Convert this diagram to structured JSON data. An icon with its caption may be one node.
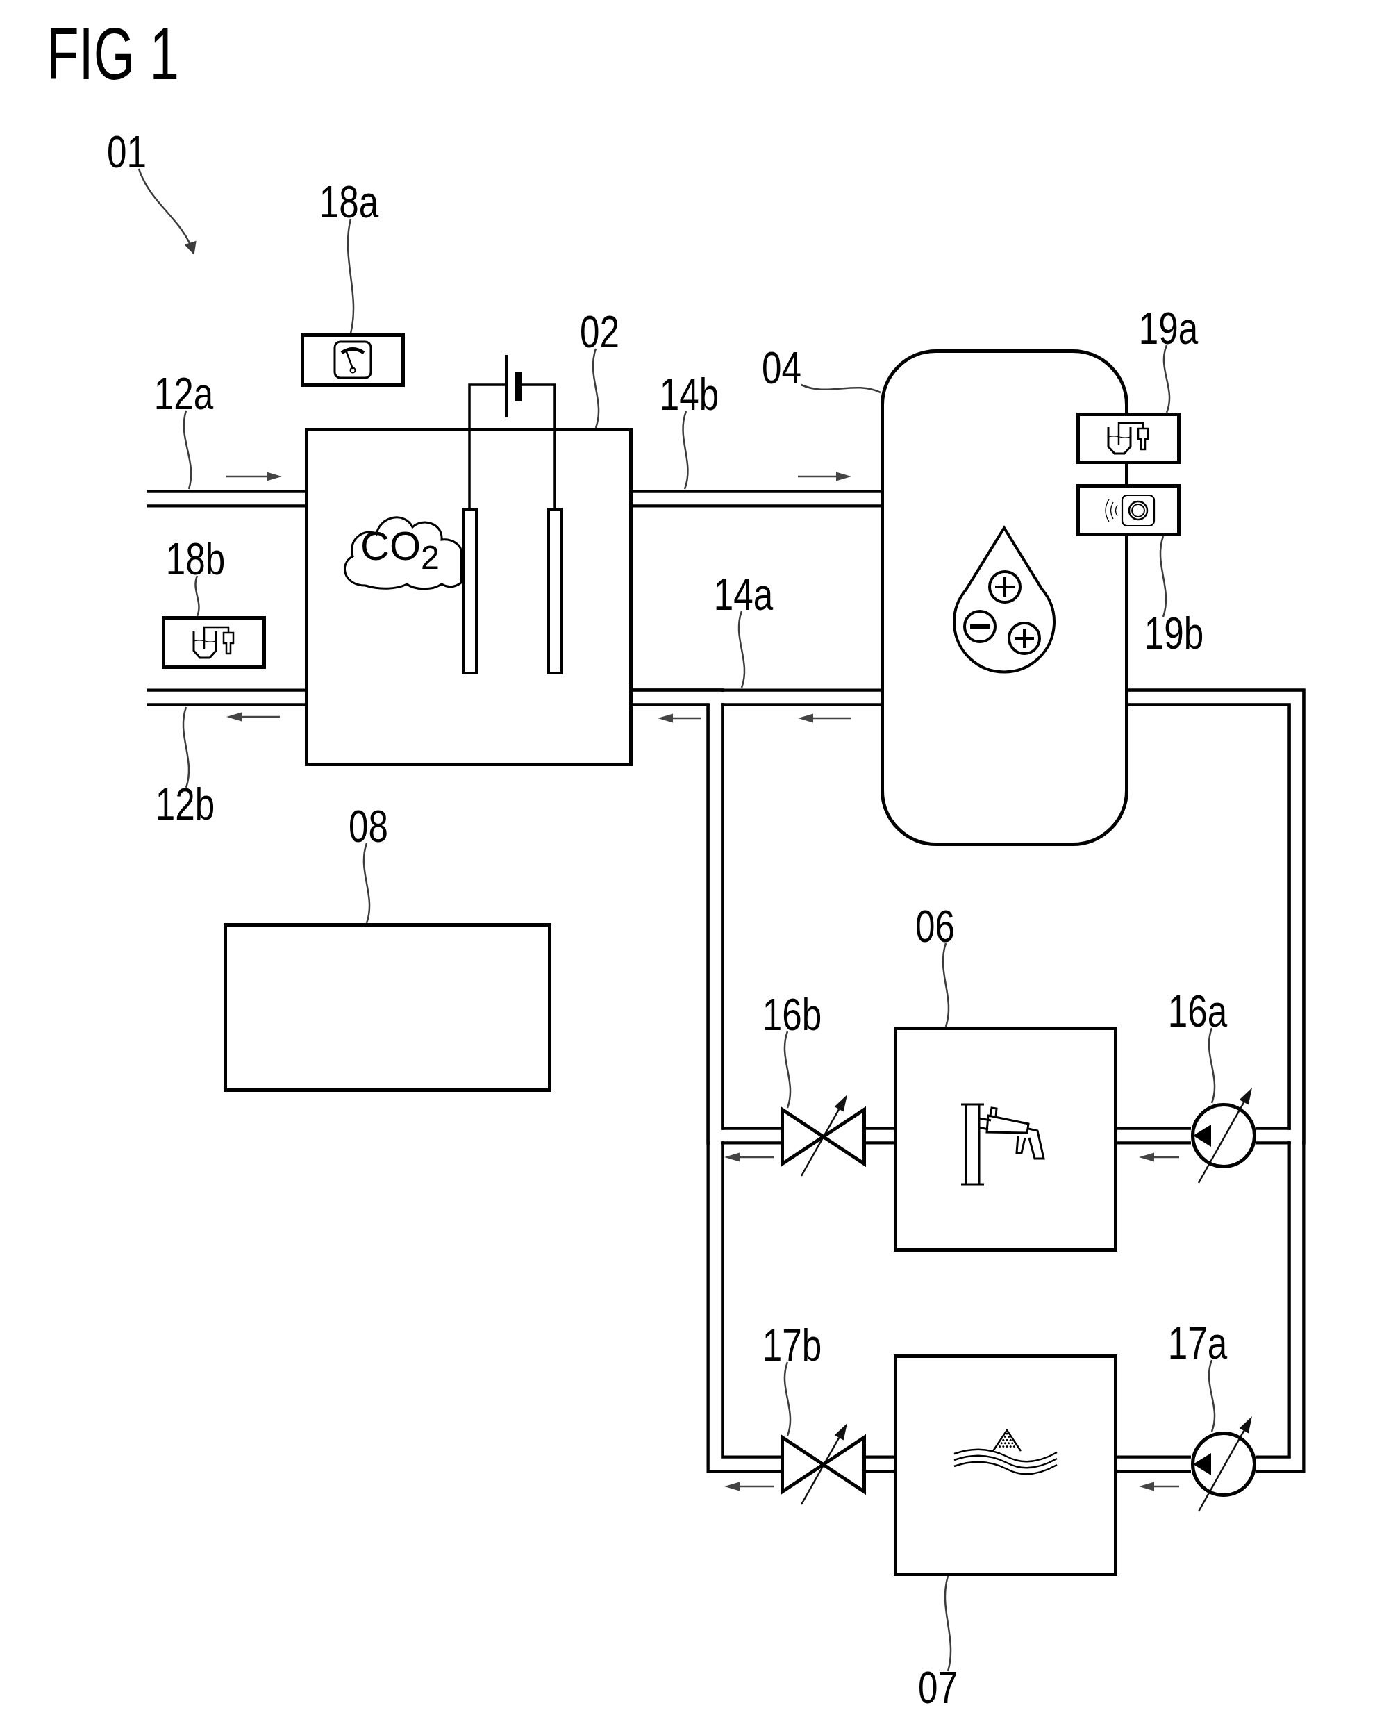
{
  "diagram": {
    "title": "FIG 1",
    "nodes": [
      {
        "text": [
          "01"
        ]
      },
      {
        "text": [
          "18a"
        ]
      },
      {
        "text": [],
        "shape": "box"
      },
      {
        "text": [
          "02"
        ]
      },
      {
        "text": [
          "19a"
        ]
      },
      {
        "text": [
          "12a"
        ]
      },
      {
        "text": [
          "04"
        ]
      },
      {
        "text": [
          "14b"
        ]
      },
      {
        "text": [],
        "shape": "box"
      },
      {
        "text": [
          "CO$_{2}$"
        ],
        "in": 8
      },
      {
        "text": [],
        "shape": "box"
      },
      {
        "text": [],
        "shape": "box"
      },
      {
        "text": [],
        "shape": "box"
      },
      {
        "text": [
          "18b"
        ]
      },
      {
        "text": [],
        "shape": "box"
      },
      {
        "text": [
          "14a"
        ]
      },
      {
        "text": [
          "19b"
        ]
      },
      {
        "text": [
          "12b"
        ]
      },
      {
        "text": [
          "08"
        ]
      },
      {
        "text": [],
        "shape": "box"
      },
      {
        "text": [
          "06"
        ]
      },
      {
        "text": [
          "16b"
        ]
      },
      {
        "text": [
          "16a"
        ]
      },
      {
        "text": [],
        "shape": "valve"
      },
      {
        "text": [],
        "shape": "box"
      },
      {
        "text": [],
        "shape": "pump"
      },
      {
        "text": [
          "17b"
        ]
      },
      {
        "text": [
          "17a"
        ]
      },
      {
        "text": [],
        "shape": "valve"
      },
      {
        "text": [],
        "shape": "box"
      },
      {
        "text": [],
        "shape": "pump"
      },
      {
        "text": [
          "07"
        ]
      }
    ],
    "edges": [
      {
        "from": 0,
        "to": null,
        "arrow": "to"
      },
      {
        "from": 1,
        "to": 2,
        "arrow": "none"
      },
      {
        "from": 3,
        "to": 8,
        "arrow": "none"
      },
      {
        "from": 4,
        "to": 11,
        "arrow": "none"
      },
      {
        "from": 5,
        "to": null,
        "arrow": "none"
      },
      {
        "from": 6,
        "to": 10,
        "arrow": "none"
      },
      {
        "from": 7,
        "to": null,
        "arrow": "none"
      },
      {
        "from": 13,
        "to": 14,
        "arrow": "none"
      },
      {
        "from": 15,
        "to": null,
        "arrow": "none"
      },
      {
        "from": 16,
        "to": 12,
        "arrow": "none"
      },
      {
        "from": 17,
        "to": null,
        "arrow": "none"
      },
      {
        "from": 18,
        "to": 19,
        "arrow": "none"
      },
      {
        "from": 20,
        "to": 24,
        "arrow": "none"
      },
      {
        "from": 21,
        "to": 23,
        "arrow": "none"
      },
      {
        "from": 22,
        "to": 25,
        "arrow": "none"
      },
      {
        "from": 26,
        "to": 28,
        "arrow": "none"
      },
      {
        "from": 27,
        "to": 30,
        "arrow": "none"
      },
      {
        "from": 31,
        "to": 29,
        "arrow": "none"
      },
      {
        "from": null,
        "to": 8,
        "arrow": "none",
        "style": "thick"
      },
      {
        "from": 8,
        "to": null,
        "arrow": "none",
        "style": "thick"
      },
      {
        "from": 8,
        "to": 10,
        "arrow": "none",
        "style": "thick"
      },
      {
        "from": 10,
        "to": 8,
        "arrow": "none",
        "style": "thick"
      },
      {
        "from": 10,
        "to": 25,
        "arrow": "none",
        "style": "thick"
      },
      {
        "from": 10,
        "to": 30,
        "arrow": "none",
        "style": "thick"
      },
      {
        "from": 25,
        "to": 24,
        "arrow": "none",
        "style": "thick"
      },
      {
        "from": 24,
        "to": 23,
        "arrow": "none",
        "style": "thick"
      },
      {
        "from": 23,
        "to": 8,
        "arrow": "none",
        "style": "thick"
      },
      {
        "from": 30,
        "to": 29,
        "arrow": "none",
        "style": "thick"
      },
      {
        "from": 29,
        "to": 28,
        "arrow": "none",
        "style": "thick"
      },
      {
        "from": 28,
        "to": 8,
        "arrow": "none",
        "style": "thick"
      }
    ]
  }
}
